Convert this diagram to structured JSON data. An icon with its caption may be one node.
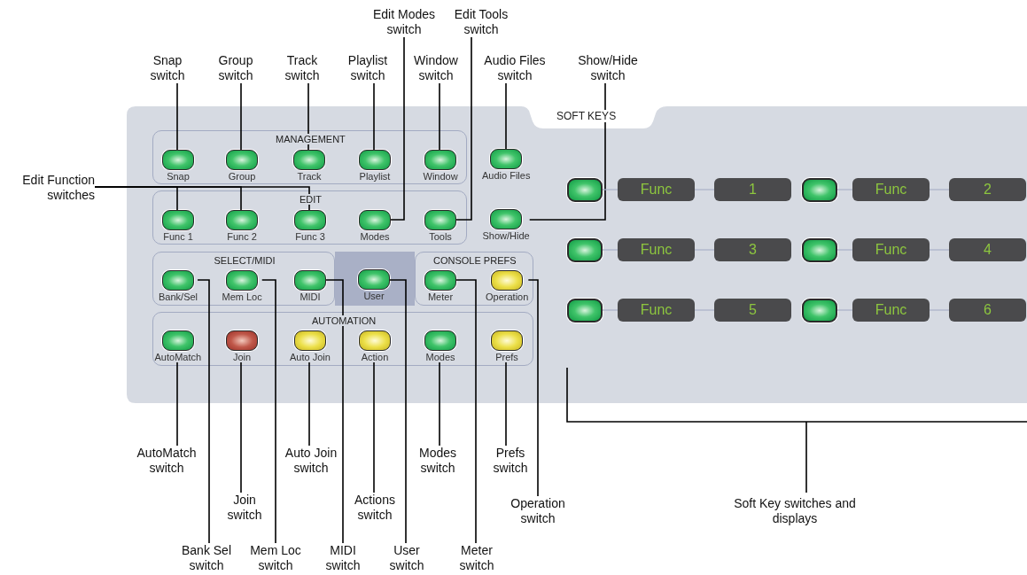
{
  "diagram": {
    "nodes": [
      {
        "text": [
          "SOFT KEYS"
        ]
      },
      {
        "text": [
          "MANAGEMENT"
        ],
        "in": 0
      },
      {
        "text": [
          "Snap"
        ],
        "in": 1
      },
      {
        "text": [
          "Group"
        ],
        "in": 1
      },
      {
        "text": [
          "Track"
        ],
        "in": 1
      },
      {
        "text": [
          "Playlist"
        ],
        "in": 1
      },
      {
        "text": [
          "Window"
        ],
        "in": 1
      },
      {
        "text": [
          "Audio Files"
        ],
        "in": 0
      },
      {
        "text": [
          "EDIT"
        ],
        "in": 0
      },
      {
        "text": [
          "Func 1"
        ],
        "in": 8
      },
      {
        "text": [
          "Func 2"
        ],
        "in": 8
      },
      {
        "text": [
          "Func 3"
        ],
        "in": 8
      },
      {
        "text": [
          "Modes"
        ],
        "in": 8
      },
      {
        "text": [
          "Tools"
        ],
        "in": 8
      },
      {
        "text": [
          "Show/Hide"
        ],
        "in": 0
      },
      {
        "text": [
          "SELECT/MIDI"
        ],
        "in": 0
      },
      {
        "text": [
          "Bank/Sel"
        ],
        "in": 15
      },
      {
        "text": [
          "Mem Loc"
        ],
        "in": 15
      },
      {
        "text": [
          "MIDI"
        ],
        "in": 15
      },
      {
        "text": [
          "User"
        ],
        "in": 0
      },
      {
        "text": [
          "CONSOLE PREFS"
        ],
        "in": 0
      },
      {
        "text": [
          "Meter"
        ],
        "in": 20
      },
      {
        "text": [
          "Operation"
        ],
        "in": 20
      },
      {
        "text": [
          "AUTOMATION"
        ],
        "in": 0
      },
      {
        "text": [
          "AutoMatch"
        ],
        "in": 23
      },
      {
        "text": [
          "Join"
        ],
        "in": 23
      },
      {
        "text": [
          "Auto Join"
        ],
        "in": 23
      },
      {
        "text": [
          "Action"
        ],
        "in": 23
      },
      {
        "text": [
          "Modes"
        ],
        "in": 23
      },
      {
        "text": [
          "Prefs"
        ],
        "in": 23
      },
      {
        "text": [],
        "shape": "box",
        "in": 0
      },
      {
        "text": [
          "Func"
        ],
        "in": 0
      },
      {
        "text": [
          "1"
        ],
        "in": 0
      },
      {
        "text": [],
        "shape": "box",
        "in": 0
      },
      {
        "text": [
          "Func"
        ],
        "in": 0
      },
      {
        "text": [
          "2"
        ],
        "in": 0
      },
      {
        "text": [],
        "shape": "box",
        "in": 0
      },
      {
        "text": [
          "Func"
        ],
        "in": 0
      },
      {
        "text": [
          "3"
        ],
        "in": 0
      },
      {
        "text": [],
        "shape": "box",
        "in": 0
      },
      {
        "text": [
          "Func"
        ],
        "in": 0
      },
      {
        "text": [
          "4"
        ],
        "in": 0
      },
      {
        "text": [],
        "shape": "box",
        "in": 0
      },
      {
        "text": [
          "Func"
        ],
        "in": 0
      },
      {
        "text": [
          "5"
        ],
        "in": 0
      },
      {
        "text": [],
        "shape": "box",
        "in": 0
      },
      {
        "text": [
          "Func"
        ],
        "in": 0
      },
      {
        "text": [
          "6"
        ],
        "in": 0
      },
      {
        "text": [
          "Edit Modes switch"
        ]
      },
      {
        "text": [
          "Edit Tools switch"
        ]
      },
      {
        "text": [
          "Snap switch"
        ]
      },
      {
        "text": [
          "Group switch"
        ]
      },
      {
        "text": [
          "Track switch"
        ]
      },
      {
        "text": [
          "Playlist switch"
        ]
      },
      {
        "text": [
          "Window switch"
        ]
      },
      {
        "text": [
          "Audio Files switch"
        ]
      },
      {
        "text": [
          "Show/Hide switch"
        ]
      },
      {
        "text": [
          "Edit Function switches"
        ]
      },
      {
        "text": [
          "AutoMatch switch"
        ]
      },
      {
        "text": [
          "Auto Join switch"
        ]
      },
      {
        "text": [
          "Modes switch"
        ]
      },
      {
        "text": [
          "Prefs switch"
        ]
      },
      {
        "text": [
          "Join switch"
        ]
      },
      {
        "text": [
          "Actions switch"
        ]
      },
      {
        "text": [
          "Operation switch"
        ]
      },
      {
        "text": [
          "Bank Sel switch"
        ]
      },
      {
        "text": [
          "Mem Loc switch"
        ]
      },
      {
        "text": [
          "MIDI switch"
        ]
      },
      {
        "text": [
          "User switch"
        ]
      },
      {
        "text": [
          "Meter switch"
        ]
      }
    ],
    "edges": [
      {
        "from": 48,
        "to": 12,
        "arrow": "none"
      },
      {
        "from": 49,
        "to": 13,
        "arrow": "none"
      },
      {
        "from": 50,
        "to": 2,
        "arrow": "none"
      },
      {
        "from": 51,
        "to": 3,
        "arrow": "none"
      },
      {
        "from": 52,
        "to": 4,
        "arrow": "none"
      },
      {
        "from": 53,
        "to": 5,
        "arrow": "none"
      },
      {
        "from": 54,
        "to": 6,
        "arrow": "none"
      },
      {
        "from": 55,
        "to": 7,
        "arrow": "none"
      },
      {
        "from": 56,
        "to": 14,
        "arrow": "none"
      },
      {
        "from": 57,
        "to": 9,
        "arrow": "none"
      },
      {
        "from": 57,
        "to": 10,
        "arrow": "none"
      },
      {
        "from": 57,
        "to": 11,
        "arrow": "none"
      },
      {
        "from": 58,
        "to": 24,
        "arrow": "none"
      },
      {
        "from": 59,
        "to": 26,
        "arrow": "none"
      },
      {
        "from": 60,
        "to": 28,
        "arrow": "none"
      },
      {
        "from": 61,
        "to": 29,
        "arrow": "none"
      },
      {
        "from": 62,
        "to": 25,
        "arrow": "none"
      },
      {
        "from": 63,
        "to": 27,
        "arrow": "none"
      },
      {
        "from": 64,
        "to": 22,
        "arrow": "none"
      },
      {
        "from": 65,
        "to": 16,
        "arrow": "none"
      },
      {
        "from": 66,
        "to": 17,
        "arrow": "none"
      },
      {
        "from": 67,
        "to": 18,
        "arrow": "none"
      },
      {
        "from": 68,
        "to": 19,
        "arrow": "none"
      },
      {
        "from": 69,
        "to": 21,
        "arrow": "none"
      },
      {
        "from": 30,
        "to": 31,
        "arrow": "none",
        "color": "#a9b1c8"
      },
      {
        "from": 31,
        "to": 32,
        "arrow": "none",
        "color": "#a9b1c8"
      },
      {
        "from": 33,
        "to": 34,
        "arrow": "none",
        "color": "#a9b1c8"
      },
      {
        "from": 34,
        "to": 35,
        "arrow": "none",
        "color": "#a9b1c8"
      },
      {
        "from": 36,
        "to": 37,
        "arrow": "none",
        "color": "#a9b1c8"
      },
      {
        "from": 37,
        "to": 38,
        "arrow": "none",
        "color": "#a9b1c8"
      },
      {
        "from": 39,
        "to": 40,
        "arrow": "none",
        "color": "#a9b1c8"
      },
      {
        "from": 40,
        "to": 41,
        "arrow": "none",
        "color": "#a9b1c8"
      },
      {
        "from": 42,
        "to": 43,
        "arrow": "none",
        "color": "#a9b1c8"
      },
      {
        "from": 43,
        "to": 44,
        "arrow": "none",
        "color": "#a9b1c8"
      },
      {
        "from": 45,
        "to": 46,
        "arrow": "none",
        "color": "#a9b1c8"
      },
      {
        "from": 46,
        "to": 47,
        "arrow": "none",
        "color": "#a9b1c8"
      }
    ],
    "labels": [
      "Soft Key switches and displays"
    ]
  }
}
